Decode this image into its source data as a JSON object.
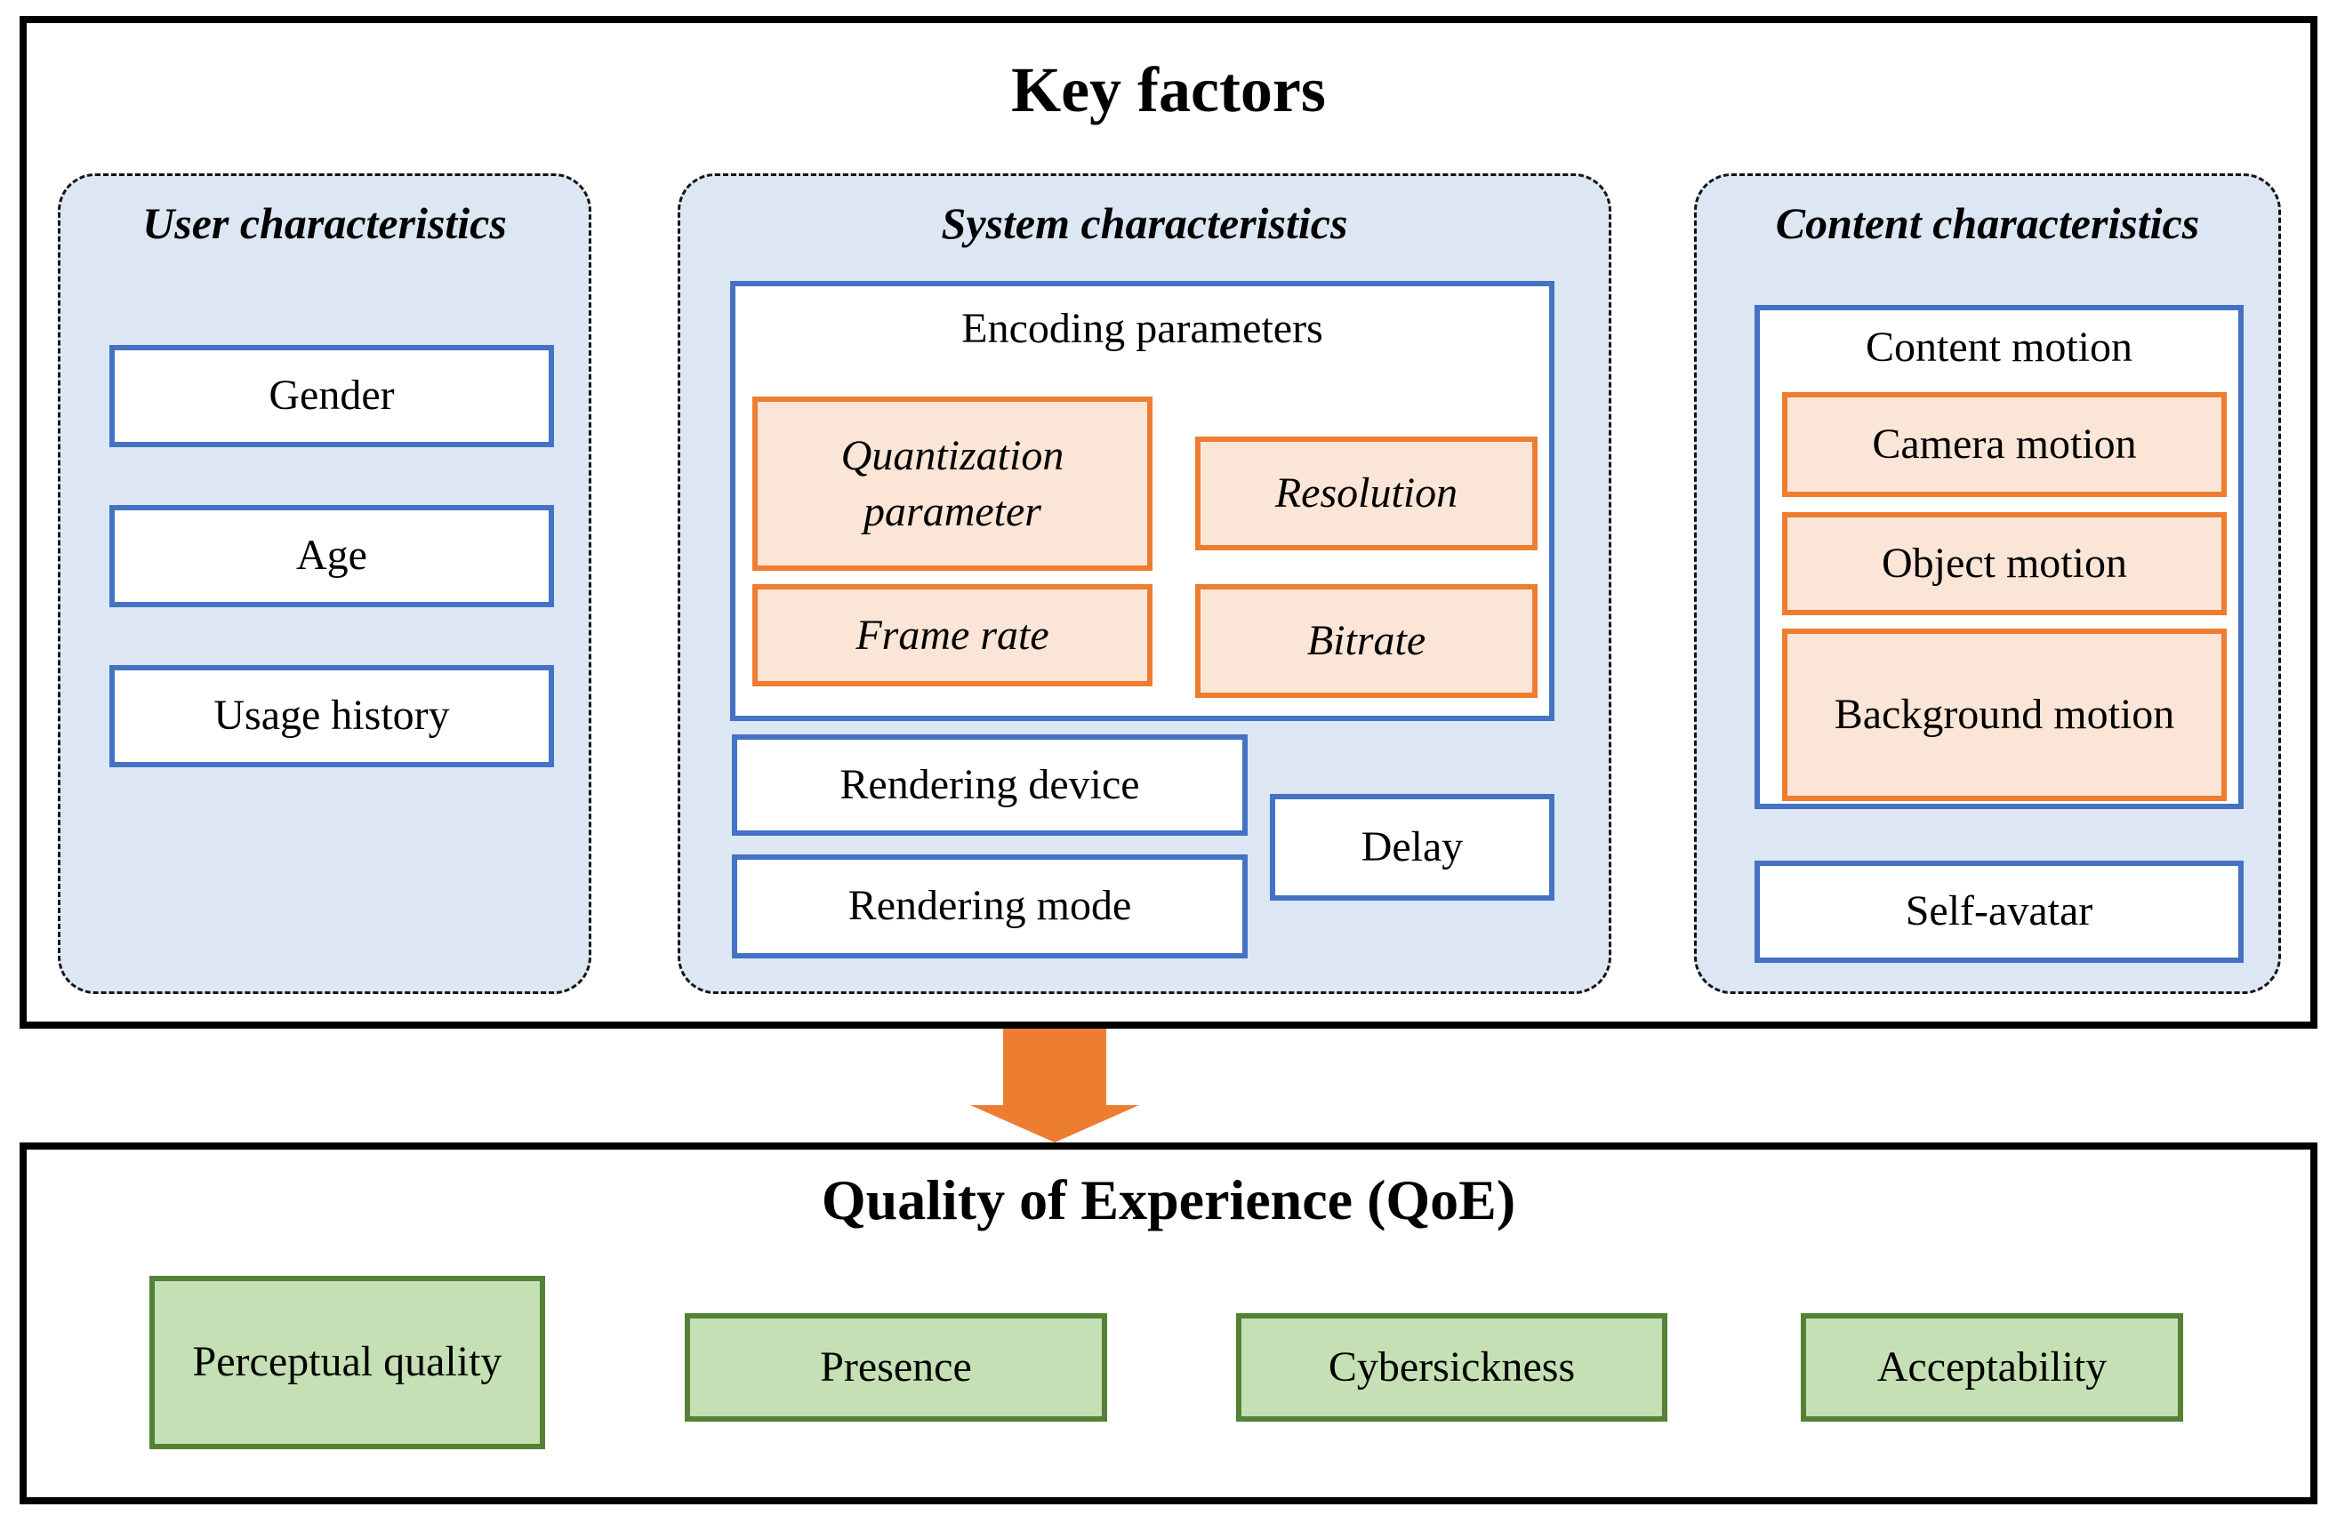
{
  "diagram": {
    "top": {
      "title": "Key factors",
      "user_panel": {
        "title": "User characteristics",
        "items": [
          "Gender",
          "Age",
          "Usage history"
        ]
      },
      "system_panel": {
        "title": "System characteristics",
        "encoding": {
          "title": "Encoding parameters",
          "items": [
            "Quantization parameter",
            "Resolution",
            "Frame rate",
            "Bitrate"
          ]
        },
        "rendering_device": "Rendering device",
        "rendering_mode": "Rendering mode",
        "delay": "Delay"
      },
      "content_panel": {
        "title": "Content characteristics",
        "content_motion": {
          "title": "Content motion",
          "items": [
            "Camera motion",
            "Object motion",
            "Background motion"
          ]
        },
        "self_avatar": "Self-avatar"
      }
    },
    "bottom": {
      "title": "Quality of Experience (QoE)",
      "items": [
        "Perceptual quality",
        "Presence",
        "Cybersickness",
        "Acceptability"
      ]
    }
  },
  "colors": {
    "panel_fill": "#dde7f4",
    "blue_border": "#4472c4",
    "orange_border": "#ed7d31",
    "orange_fill": "#fbe5d6",
    "green_border": "#538135",
    "green_fill": "#c5e0b4",
    "arrow": "#ed7d31",
    "ink": "#000000",
    "line": "#000000"
  }
}
